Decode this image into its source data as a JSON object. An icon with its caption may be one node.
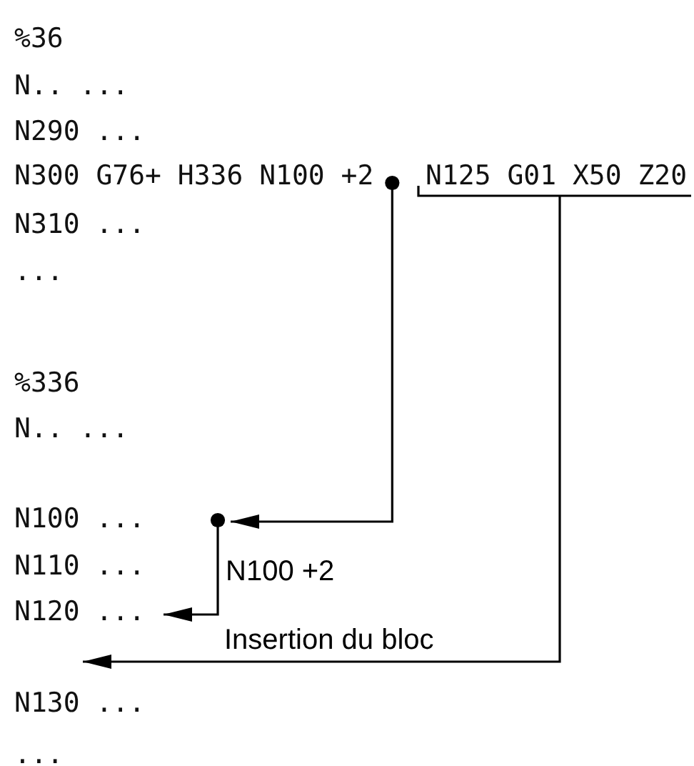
{
  "diagram": {
    "nodes": [
      {
        "text": [
          "N300 G76+ H336 N100 +2"
        ]
      },
      {
        "text": [
          "N125 G01 X50 Z20"
        ]
      },
      {
        "text": [
          "N100 ..."
        ]
      },
      {
        "text": [
          "N120 ..."
        ]
      }
    ],
    "edges": [
      {
        "from": 0,
        "to": 2,
        "arrow": "to"
      },
      {
        "from": 2,
        "to": 3,
        "arrow": "to",
        "label": "N100 +2"
      },
      {
        "from": 1,
        "to": 3,
        "arrow": "to",
        "label": "Insertion du bloc"
      }
    ],
    "labels": [
      "%36",
      "N.. ...",
      "N290 ...",
      "N310 ...",
      "...",
      "%336",
      "N.. ...",
      "N110 ...",
      "N130 ...",
      "..."
    ]
  }
}
